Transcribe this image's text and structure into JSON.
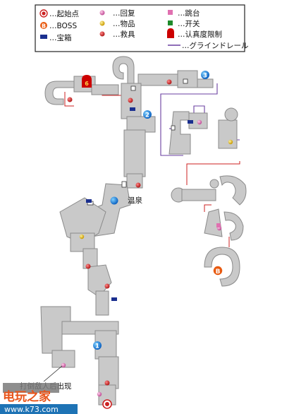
{
  "legend": {
    "start": "…起始点",
    "boss_letter": "B",
    "boss": "…BOSS",
    "chest": "…宝箱",
    "recover": "…回复",
    "item": "…物品",
    "digimon": "…救具",
    "jump": "…跳台",
    "switch": "…开关",
    "lock": "…认真度限制",
    "grind": "…グラインドレール"
  },
  "labels": {
    "hot_spring": "温泉",
    "defeat_note": "打倒敌人后出现",
    "zone1": "1",
    "zone2": "2",
    "zone3": "3",
    "lock_num": "6",
    "boss_letter": "B"
  },
  "watermark": {
    "brand": "电玩之家",
    "url": "www.k73.com"
  },
  "colors": {
    "room": "#c9c9c9",
    "room_border": "#8a8a8a",
    "red_marker": "#cc2222",
    "blue_marker": "#1f78d1",
    "grind_rail": "#6a3fa0",
    "link_line": "#cc2222",
    "chest": "#1a2f8f",
    "boss": "#e85a10",
    "lock": "#cc0000",
    "item": "#e8c21a",
    "recover": "#e070b0"
  }
}
